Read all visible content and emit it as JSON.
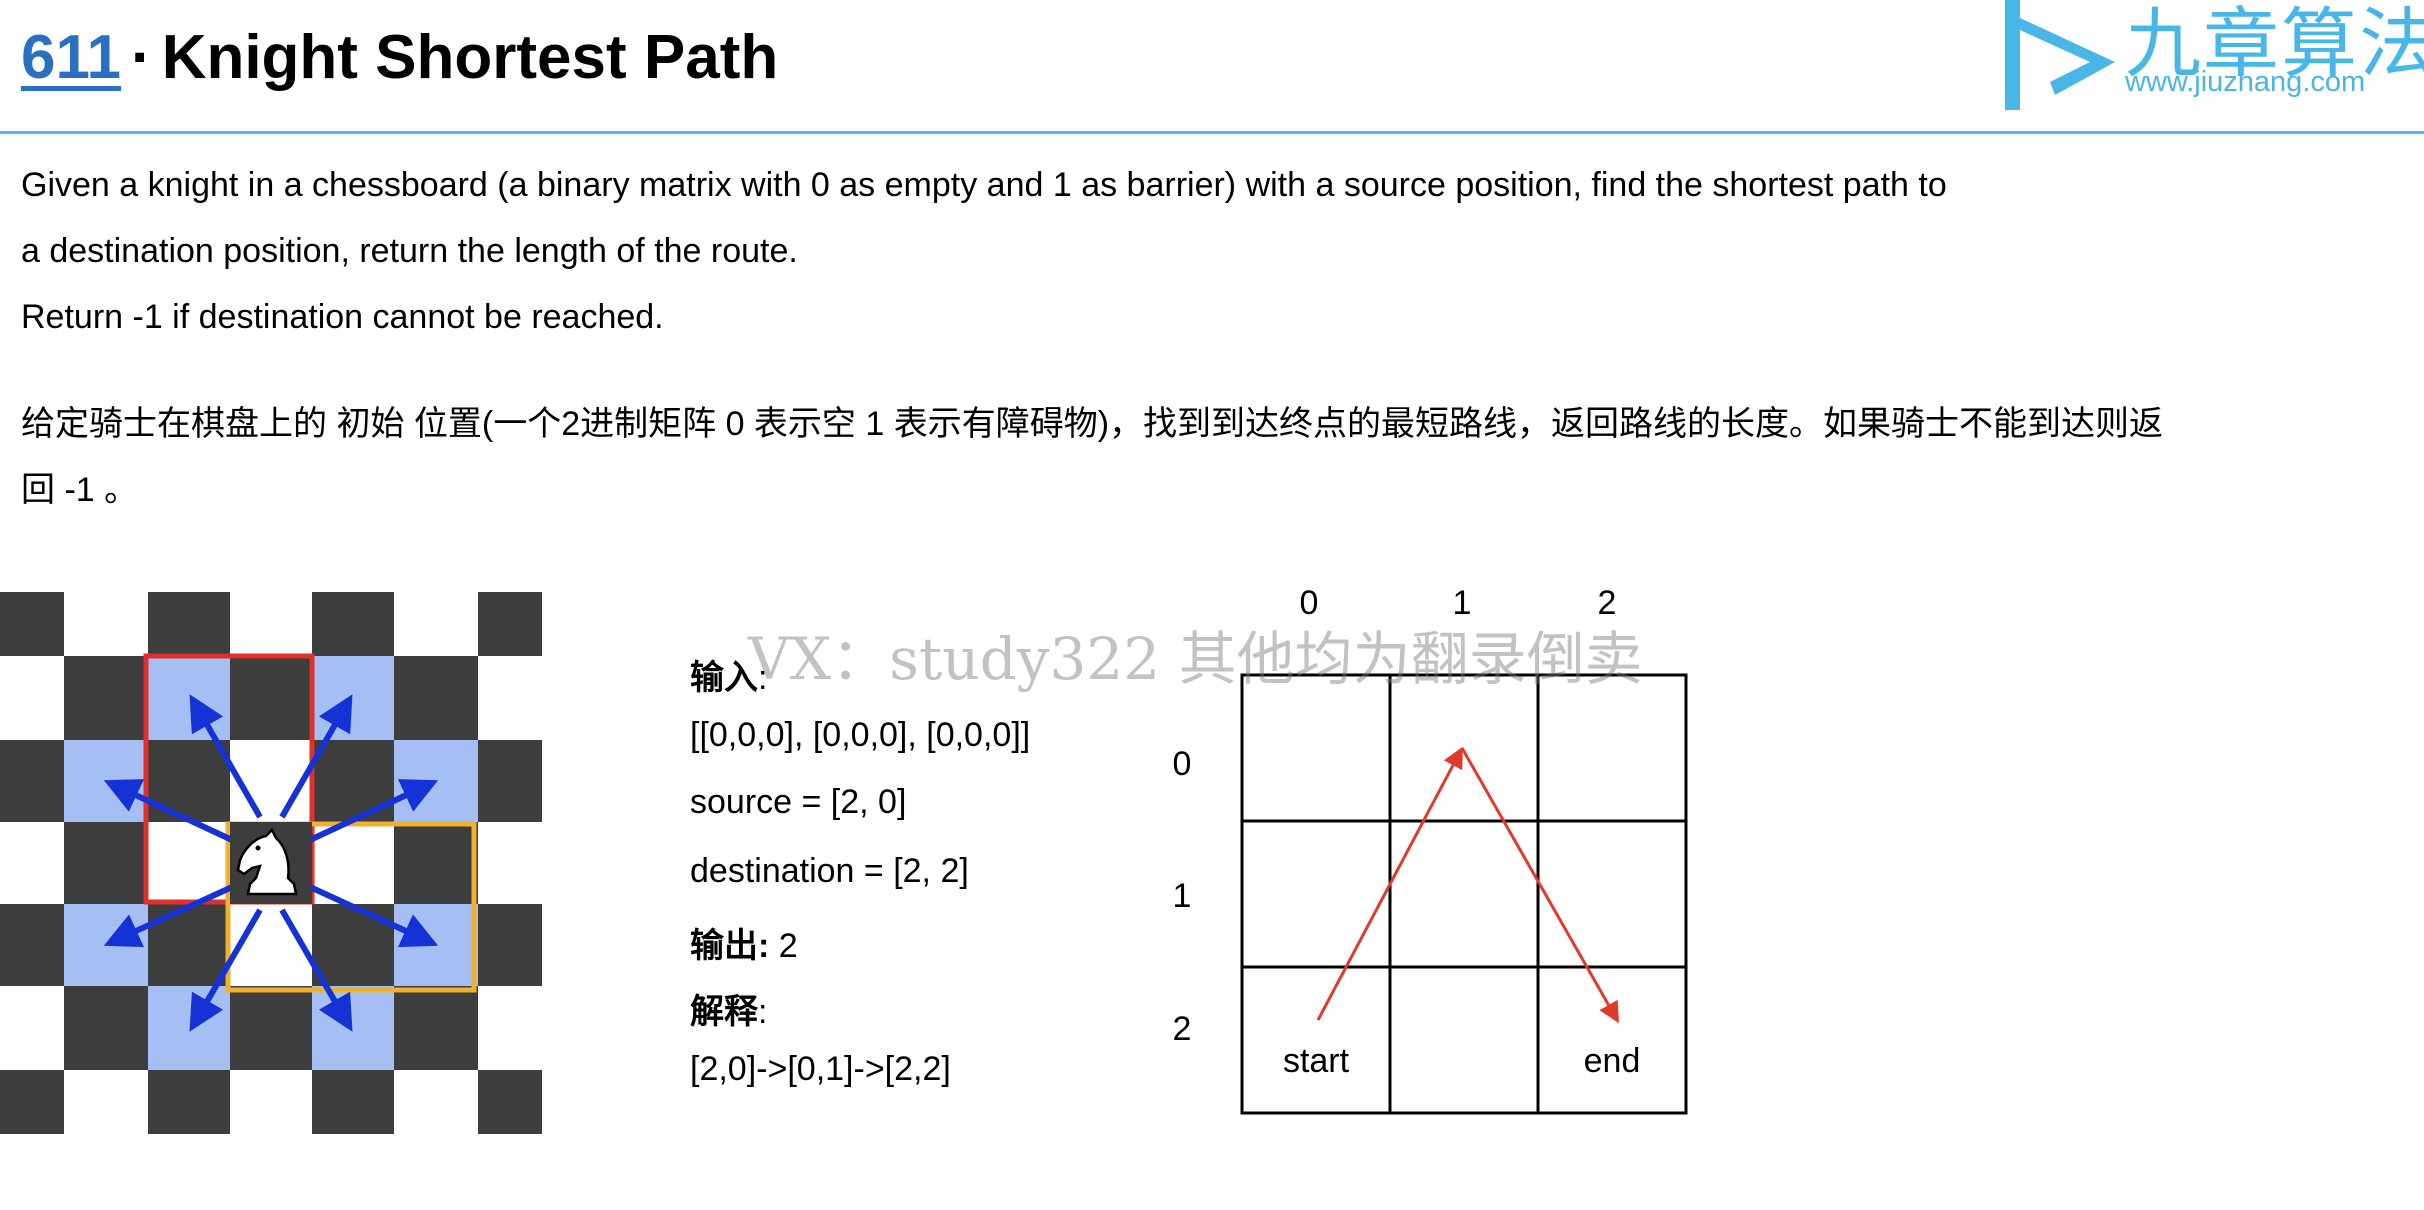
{
  "header": {
    "problem_number": "611",
    "separator": "·",
    "problem_title": "Knight Shortest Path"
  },
  "logo": {
    "name_cn": "九章算法",
    "url": "www.jiuzhang.com",
    "color": "#49b6e8"
  },
  "description": {
    "en_line1": "Given a knight in a chessboard (a binary matrix with 0 as empty and 1 as barrier) with a source position, find the shortest path to",
    "en_line2": "a destination position, return the length of the route.",
    "en_line3": "Return -1 if destination cannot be reached.",
    "cn_line1": "给定骑士在棋盘上的 初始 位置(一个2进制矩阵 0 表示空 1 表示有障碍物)，找到到达终点的最短路线，返回路线的长度。如果骑士不能到达则返",
    "cn_line2": "回 -1 。"
  },
  "example": {
    "input_label": "输入",
    "input_colon": ":",
    "matrix": "[[0,0,0], [0,0,0], [0,0,0]]",
    "source": "source = [2, 0]",
    "destination": "destination = [2, 2]",
    "output_label": "输出:",
    "output_value": " 2",
    "explain_label": "解释",
    "explain_colon": ":",
    "path": "[2,0]->[0,1]->[2,2]"
  },
  "grid": {
    "col_labels": [
      "0",
      "1",
      "2"
    ],
    "row_labels": [
      "0",
      "1",
      "2"
    ],
    "start_label": "start",
    "end_label": "end",
    "arrow_color": "#e03a2a"
  },
  "chessboard": {
    "dark_color": "#3d3d3d",
    "light_color": "#ffffff",
    "reachable_color": "#a5bff5",
    "arrow_color": "#1432d6",
    "red_box_color": "#e0302a",
    "yellow_box_color": "#f0b030",
    "knight_icon": "knight-icon"
  },
  "watermark": "VX：study322 其他均为翻录倒卖"
}
